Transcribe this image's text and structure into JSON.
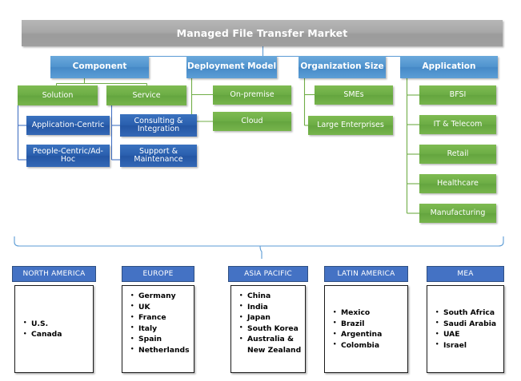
{
  "diagram": {
    "title": "Managed File Transfer Market",
    "segments": [
      {
        "label": "Component",
        "children": [
          {
            "label": "Solution",
            "children": [
              {
                "label": "Application-Centric"
              },
              {
                "label": "People-Centric/Ad-Hoc"
              }
            ]
          },
          {
            "label": "Service",
            "children": [
              {
                "label": "Consulting & Integration"
              },
              {
                "label": "Support & Maintenance"
              }
            ]
          }
        ]
      },
      {
        "label": "Deployment Model",
        "children": [
          {
            "label": "On-premise"
          },
          {
            "label": "Cloud"
          }
        ]
      },
      {
        "label": "Organization Size",
        "children": [
          {
            "label": "SMEs"
          },
          {
            "label": "Large Enterprises"
          }
        ]
      },
      {
        "label": "Application",
        "children": [
          {
            "label": "BFSI"
          },
          {
            "label": "IT & Telecom"
          },
          {
            "label": "Retail"
          },
          {
            "label": "Healthcare"
          },
          {
            "label": "Manufacturing"
          }
        ]
      }
    ],
    "regions": [
      {
        "name": "NORTH AMERICA",
        "countries": [
          "U.S.",
          "Canada"
        ]
      },
      {
        "name": "EUROPE",
        "countries": [
          "Germany",
          "UK",
          "France",
          "Italy",
          "Spain",
          "Netherlands"
        ]
      },
      {
        "name": "ASIA PACIFIC",
        "countries": [
          "China",
          "India",
          "Japan",
          "South Korea",
          "Australia &\nNew Zealand"
        ]
      },
      {
        "name": "LATIN AMERICA",
        "countries": [
          "Mexico",
          "Brazil",
          "Argentina",
          "Colombia"
        ]
      },
      {
        "name": "MEA",
        "countries": [
          "South Africa",
          "Saudi Arabia",
          "UAE",
          "Israel"
        ]
      }
    ]
  },
  "colors": {
    "root_gray": "#a8a8a8",
    "level2_blue": "#5194ce",
    "green": "#6cad45",
    "dark_blue": "#2a5fae",
    "region_header_blue": "#4472c4",
    "connector_blue": "#5b9bd5",
    "connector_green": "#70ad47"
  }
}
